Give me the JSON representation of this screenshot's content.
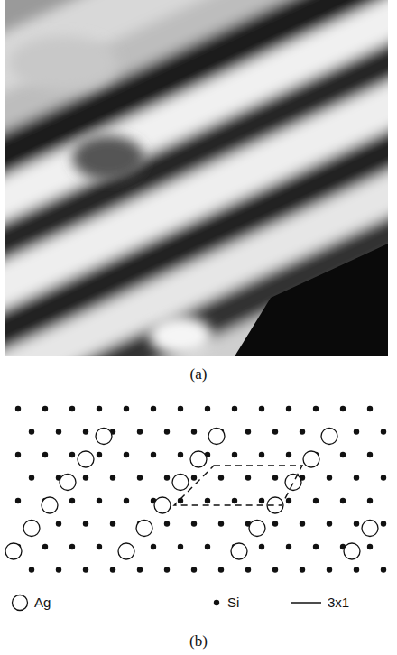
{
  "diagram": {
    "labels": [
      "(a)",
      "(b)"
    ],
    "legend": [
      {
        "text": "Ag"
      },
      {
        "text": "Si"
      },
      {
        "text": "3x1"
      }
    ]
  }
}
